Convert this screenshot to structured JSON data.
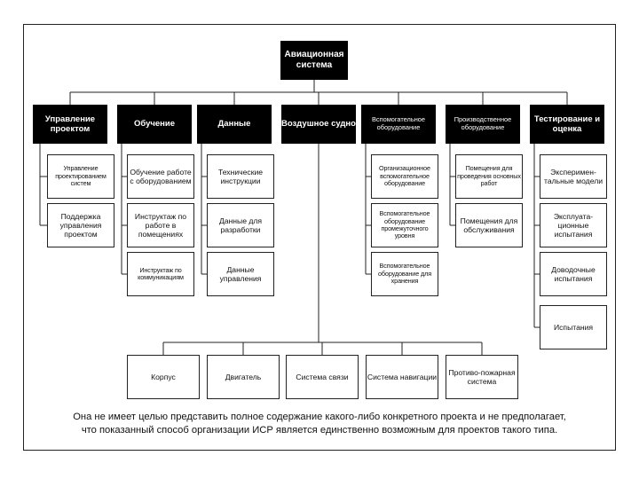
{
  "diagram": {
    "root": "Авиационная система",
    "categories": [
      {
        "label": "Управление проектом",
        "children": [
          "Управление проектированием систем",
          "Поддержка управления проектом"
        ]
      },
      {
        "label": "Обучение",
        "children": [
          "Обучение работе с оборудованием",
          "Инструктаж по работе в помещениях",
          "Инструктаж по коммуникациям"
        ]
      },
      {
        "label": "Данные",
        "children": [
          "Технические инструкции",
          "Данные для разработки",
          "Данные управления"
        ]
      },
      {
        "label": "Воздушное судно",
        "children": [
          "Корпус",
          "Двигатель",
          "Система связи",
          "Система навигации",
          "Противо-пожарная система"
        ]
      },
      {
        "label": "Вспомогательное оборудование",
        "children": [
          "Организационное вспомогательное оборудование",
          "Вспомогательное оборудование промежуточного уровня",
          "Вспомогательное оборудование для хранения"
        ]
      },
      {
        "label": "Производственное оборудование",
        "children": [
          "Помещения для проведения основных работ",
          "Помещения для обслуживания"
        ]
      },
      {
        "label": "Тестирование и оценка",
        "children": [
          "Эксперимен-тальные модели",
          "Эксплуата-ционные испытания",
          "Доводочные испытания",
          "Испытания"
        ]
      }
    ]
  },
  "footnote": {
    "line1": "Она не имеет целью представить полное содержание какого-либо конкретного проекта и не предполагает,",
    "line2": "что показанный способ организации ИСР является единственно возможным для проектов такого типа."
  }
}
